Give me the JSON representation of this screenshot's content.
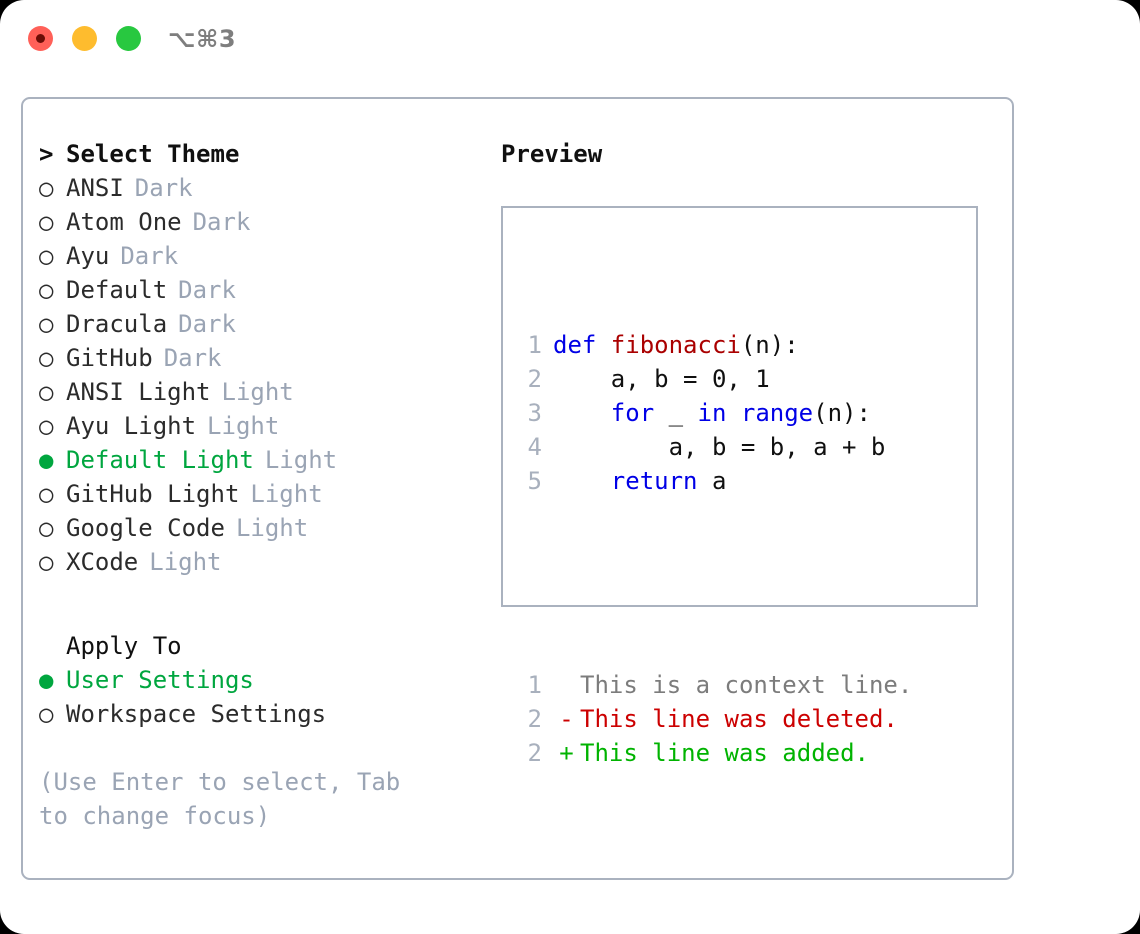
{
  "titlebar": {
    "shortcut": "⌥⌘3",
    "buttons": [
      {
        "name": "close",
        "color": "#ff6058"
      },
      {
        "name": "minimize",
        "color": "#febc2e"
      },
      {
        "name": "maximize",
        "color": "#28c840"
      }
    ]
  },
  "colors": {
    "accent_green": "#00a63f",
    "muted": "#9aa4b4",
    "border": "#aab2bf",
    "keyword": "#0000e6",
    "function": "#aa0000",
    "diff_add": "#00b300",
    "diff_del": "#cc0000",
    "diff_ctx": "#7c7c7c"
  },
  "theme_list": {
    "header_marker": ">",
    "header": "Select Theme",
    "items": [
      {
        "marker": "○",
        "label": "ANSI",
        "tag": "Dark",
        "selected": false
      },
      {
        "marker": "○",
        "label": "Atom One",
        "tag": "Dark",
        "selected": false
      },
      {
        "marker": "○",
        "label": "Ayu",
        "tag": "Dark",
        "selected": false
      },
      {
        "marker": "○",
        "label": "Default",
        "tag": "Dark",
        "selected": false
      },
      {
        "marker": "○",
        "label": "Dracula",
        "tag": "Dark",
        "selected": false
      },
      {
        "marker": "○",
        "label": "GitHub",
        "tag": "Dark",
        "selected": false
      },
      {
        "marker": "○",
        "label": "ANSI Light",
        "tag": "Light",
        "selected": false
      },
      {
        "marker": "○",
        "label": "Ayu Light",
        "tag": "Light",
        "selected": false
      },
      {
        "marker": "●",
        "label": "Default Light",
        "tag": "Light",
        "selected": true
      },
      {
        "marker": "○",
        "label": "GitHub Light",
        "tag": "Light",
        "selected": false
      },
      {
        "marker": "○",
        "label": "Google Code",
        "tag": "Light",
        "selected": false
      },
      {
        "marker": "○",
        "label": "XCode",
        "tag": "Light",
        "selected": false
      }
    ]
  },
  "apply_to": {
    "title": "Apply To",
    "items": [
      {
        "marker": "●",
        "label": "User Settings",
        "selected": true
      },
      {
        "marker": "○",
        "label": "Workspace Settings",
        "selected": false
      }
    ]
  },
  "hint": "(Use Enter to select, Tab to change focus)",
  "preview": {
    "title": "Preview",
    "code_lines": [
      {
        "lineno": "1",
        "tokens": [
          {
            "text": "def ",
            "kind": "kw"
          },
          {
            "text": "fibonacci",
            "kind": "fn"
          },
          {
            "text": "(n):",
            "kind": "plain"
          }
        ]
      },
      {
        "lineno": "2",
        "tokens": [
          {
            "text": "    a, b = 0, 1",
            "kind": "plain"
          }
        ]
      },
      {
        "lineno": "3",
        "tokens": [
          {
            "text": "    ",
            "kind": "plain"
          },
          {
            "text": "for",
            "kind": "kw"
          },
          {
            "text": " _ ",
            "kind": "plain"
          },
          {
            "text": "in",
            "kind": "kw"
          },
          {
            "text": " ",
            "kind": "plain"
          },
          {
            "text": "range",
            "kind": "kw"
          },
          {
            "text": "(n):",
            "kind": "plain"
          }
        ]
      },
      {
        "lineno": "4",
        "tokens": [
          {
            "text": "        a, b = b, a + b",
            "kind": "plain"
          }
        ]
      },
      {
        "lineno": "5",
        "tokens": [
          {
            "text": "    ",
            "kind": "plain"
          },
          {
            "text": "return",
            "kind": "kw"
          },
          {
            "text": " a",
            "kind": "plain"
          }
        ]
      }
    ],
    "diff_lines": [
      {
        "lineno": "1",
        "mark": " ",
        "text": "This is a context line.",
        "kind": "ctx"
      },
      {
        "lineno": "2",
        "mark": "-",
        "text": "This line was deleted.",
        "kind": "del"
      },
      {
        "lineno": "2",
        "mark": "+",
        "text": "This line was added.",
        "kind": "add"
      }
    ]
  }
}
